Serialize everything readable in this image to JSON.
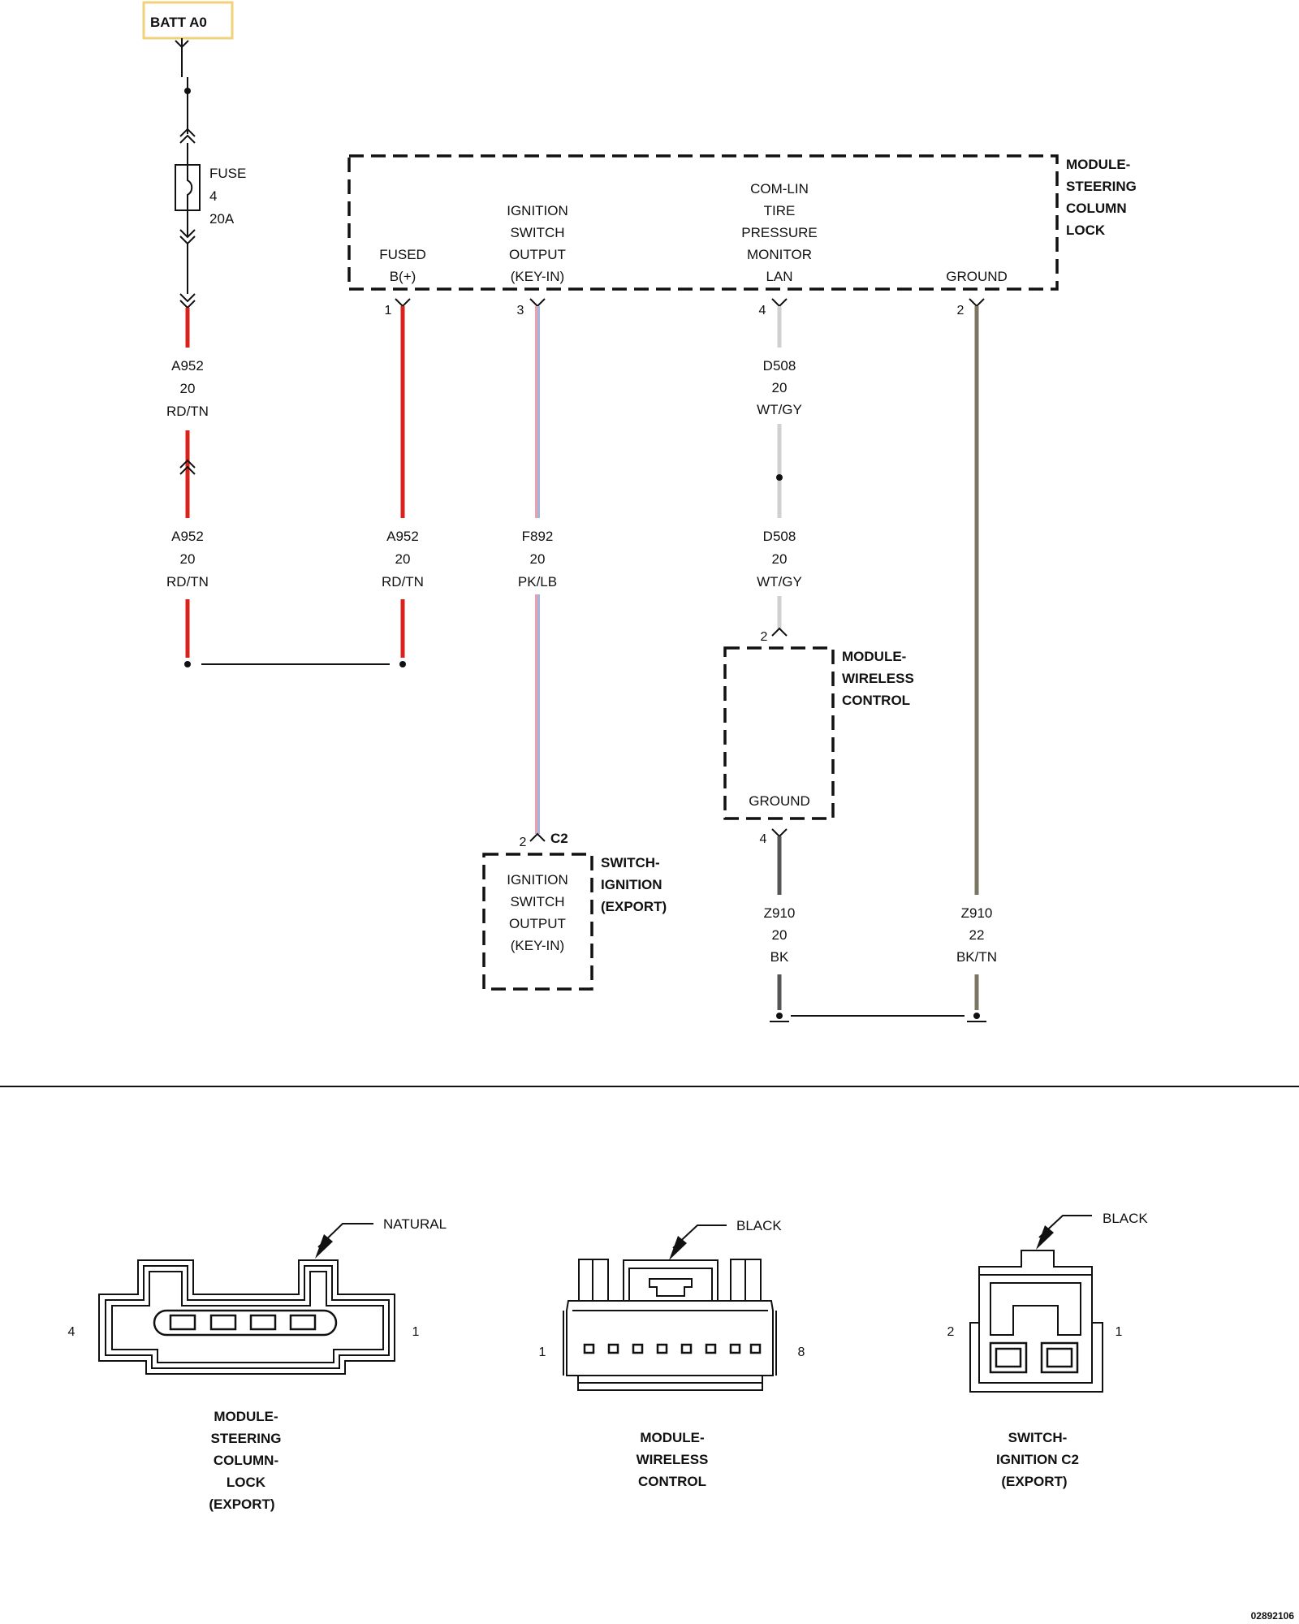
{
  "source": {
    "label": "BATT A0"
  },
  "fuse": {
    "label": "FUSE",
    "number": "4",
    "rating": "20A"
  },
  "modules": {
    "scl": {
      "name": [
        "MODULE-",
        "STEERING",
        "COLUMN",
        "LOCK"
      ]
    },
    "wcm": {
      "name": [
        "MODULE-",
        "WIRELESS",
        "CONTROL"
      ],
      "ground": "GROUND"
    },
    "ign": {
      "name": [
        "SWITCH-",
        "IGNITION",
        "(EXPORT)"
      ],
      "connector": "C2",
      "circuit": [
        "IGNITION",
        "SWITCH",
        "OUTPUT",
        "(KEY-IN)"
      ]
    }
  },
  "scl_circuits": [
    {
      "lines": [
        "FUSED",
        "B(+)"
      ],
      "pin": "1"
    },
    {
      "lines": [
        "IGNITION",
        "SWITCH",
        "OUTPUT",
        "(KEY-IN)"
      ],
      "pin": "3"
    },
    {
      "lines": [
        "COM-LIN",
        "TIRE",
        "PRESSURE",
        "MONITOR",
        "LAN"
      ],
      "pin": "4"
    },
    {
      "lines": [
        "GROUND"
      ],
      "pin": "2"
    }
  ],
  "wire_labels": {
    "a952_left_top": [
      "A952",
      "20",
      "RD/TN"
    ],
    "a952_left_bottom": [
      "A952",
      "20",
      "RD/TN"
    ],
    "a952_mid": [
      "A952",
      "20",
      "RD/TN"
    ],
    "f892": [
      "F892",
      "20",
      "PK/LB"
    ],
    "d508_top": [
      "D508",
      "20",
      "WT/GY"
    ],
    "d508_bottom": [
      "D508",
      "20",
      "WT/GY"
    ],
    "z910_wcm": [
      "Z910",
      "20",
      "BK"
    ],
    "z910_scl": [
      "Z910",
      "22",
      "BK/TN"
    ]
  },
  "pins": {
    "wcm_in": "2",
    "wcm_gnd": "4",
    "ign_in": "2"
  },
  "colors": {
    "rd_tn": "#d9221c",
    "pk_lb": "#a8b4e0",
    "wt_gy": "#d0d0d0",
    "bk": "#555555",
    "bk_tn": "#7b7564",
    "batt_border": "#f0d27a"
  },
  "connector_views": [
    {
      "color": "NATURAL",
      "pin_left": "4",
      "pin_right": "1",
      "title": [
        "MODULE-",
        "STEERING",
        "COLUMN-",
        "LOCK",
        "(EXPORT)"
      ]
    },
    {
      "color": "BLACK",
      "pin_left": "1",
      "pin_right": "8",
      "title": [
        "MODULE-",
        "WIRELESS",
        "CONTROL"
      ]
    },
    {
      "color": "BLACK",
      "pin_left": "2",
      "pin_right": "1",
      "title": [
        "SWITCH-",
        "IGNITION C2",
        "(EXPORT)"
      ]
    }
  ],
  "figure_id": "02892106"
}
